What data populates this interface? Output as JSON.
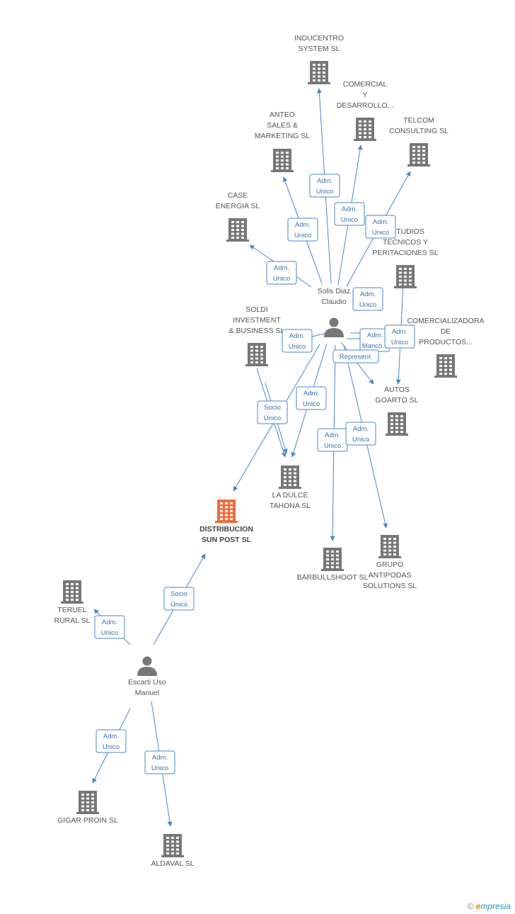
{
  "colors": {
    "edge": "#4a86c8",
    "building": "#777777",
    "focus": "#f26a3c",
    "person": "#777777"
  },
  "nodes": [
    {
      "id": "inducentro",
      "type": "company",
      "label": [
        "INDUCENTRO",
        "SYSTEM SL"
      ]
    },
    {
      "id": "comercial",
      "type": "company",
      "label": [
        "COMERCIAL",
        "Y",
        "DESARROLLO..."
      ]
    },
    {
      "id": "anteo",
      "type": "company",
      "label": [
        "ANTEO",
        "SALES &",
        "MARKETING SL"
      ]
    },
    {
      "id": "telcom",
      "type": "company",
      "label": [
        "TELCOM",
        "CONSULTING SL"
      ]
    },
    {
      "id": "case",
      "type": "company",
      "label": [
        "CASE",
        "ENERGIA SL"
      ]
    },
    {
      "id": "estudios",
      "type": "company",
      "label": [
        "ESTUDIOS",
        "TECNICOS Y",
        "PERITACIONES SL"
      ]
    },
    {
      "id": "solis",
      "type": "person",
      "label": [
        "Solis Diaz",
        "Claudio"
      ]
    },
    {
      "id": "soldi",
      "type": "company",
      "label": [
        "SOLDI",
        "INVESTMENT",
        "& BUSINESS SL"
      ]
    },
    {
      "id": "comercializadora",
      "type": "company",
      "label": [
        "COMERCIALIZADORA",
        "DE",
        "PRODUCTOS..."
      ]
    },
    {
      "id": "autos",
      "type": "company",
      "label": [
        "AUTOS",
        "GOARTO  SL"
      ]
    },
    {
      "id": "ladulce",
      "type": "company",
      "label": [
        "LA DULCE",
        "TAHONA SL"
      ]
    },
    {
      "id": "distribucion",
      "type": "focus",
      "label": [
        "DISTRIBUCION",
        "SUN POST  SL"
      ]
    },
    {
      "id": "barbull",
      "type": "company",
      "label": [
        "BARBULLSHOOT SL"
      ]
    },
    {
      "id": "grupo",
      "type": "company",
      "label": [
        "GRUPO",
        "ANTIPODAS",
        "SOLUTIONS SL"
      ]
    },
    {
      "id": "teruel",
      "type": "company",
      "label": [
        "TERUEL",
        "RURAL SL"
      ]
    },
    {
      "id": "escarti",
      "type": "person",
      "label": [
        "Escarti Uso",
        "Manuel"
      ]
    },
    {
      "id": "gigar",
      "type": "company",
      "label": [
        "GIGAR PROIN SL"
      ]
    },
    {
      "id": "aldaval",
      "type": "company",
      "label": [
        "ALDAVAL SL"
      ]
    }
  ],
  "relations": [
    {
      "label": [
        "Adm.",
        "Unico"
      ]
    },
    {
      "label": [
        "Adm.",
        "Unico"
      ]
    },
    {
      "label": [
        "Adm.",
        "Unico"
      ]
    },
    {
      "label": [
        "Adm.",
        "Unico"
      ]
    },
    {
      "label": [
        "Adm.",
        "Unico"
      ]
    },
    {
      "label": [
        "Adm.",
        "Unico"
      ]
    },
    {
      "label": [
        "Adm.",
        "Unico"
      ]
    },
    {
      "label": [
        "Adm.",
        "Unico"
      ]
    },
    {
      "label": [
        "Adm.",
        "Manco..."
      ]
    },
    {
      "label": [
        "Adm.",
        "Unico"
      ]
    },
    {
      "label": [
        "Represent."
      ]
    },
    {
      "label": [
        "Adm.",
        "Unico"
      ]
    },
    {
      "label": [
        "Socio",
        "Único"
      ]
    },
    {
      "label": [
        "Adm.",
        "Unico"
      ]
    },
    {
      "label": [
        "Adm.",
        "Unico"
      ]
    },
    {
      "label": [
        "Socio",
        "Único"
      ]
    },
    {
      "label": [
        "Adm.",
        "Unico"
      ]
    },
    {
      "label": [
        "Adm.",
        "Unico"
      ]
    },
    {
      "label": [
        "Adm.",
        "Unico"
      ]
    }
  ],
  "footer": {
    "copyright": "©",
    "brand_initial": "e",
    "brand_rest": "mpresia"
  }
}
